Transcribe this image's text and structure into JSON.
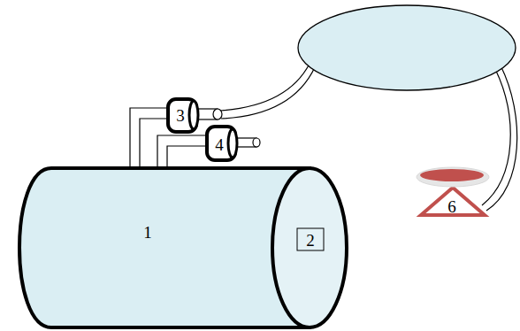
{
  "diagram": {
    "labels": [
      "1",
      "2",
      "3",
      "4",
      "6"
    ]
  }
}
